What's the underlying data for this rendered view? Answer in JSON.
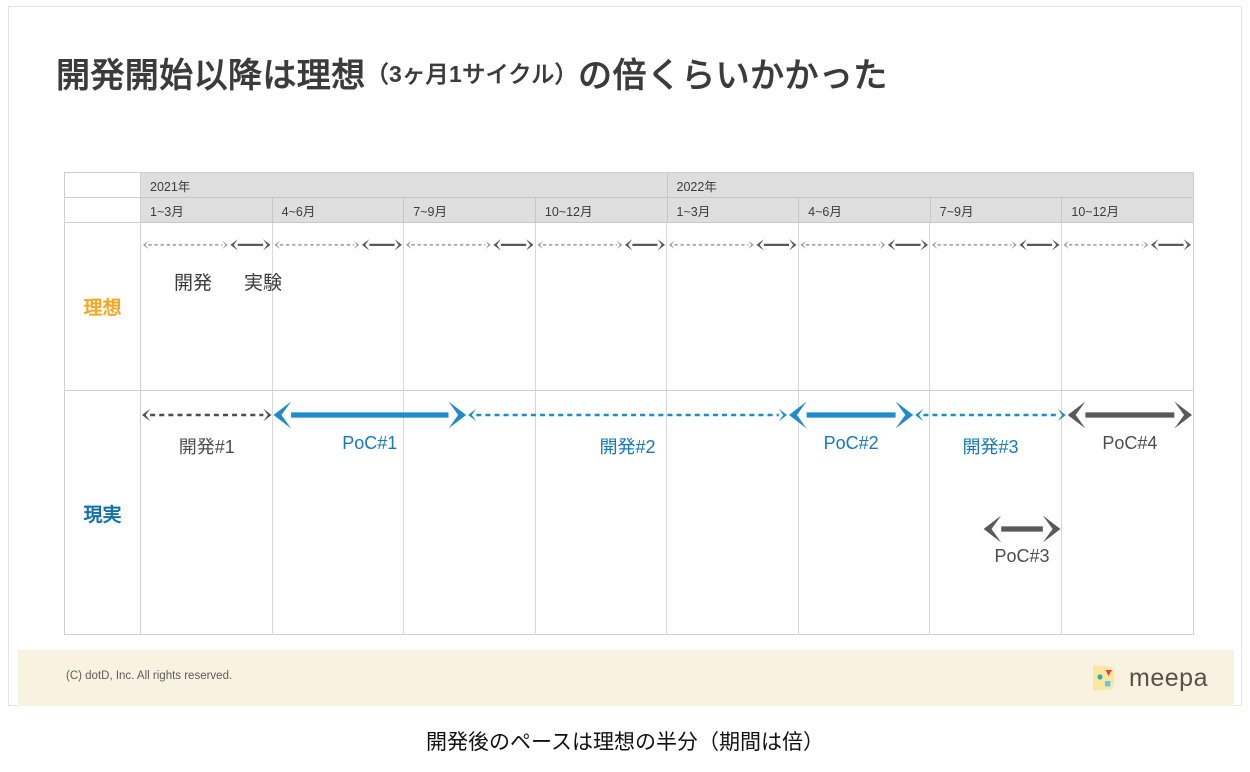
{
  "slide": {
    "title_main_1": "開発開始以降は理想",
    "title_small": "（3ヶ月1サイクル）",
    "title_main_2": "の倍くらいかかった"
  },
  "table": {
    "years": [
      {
        "label": "2021年",
        "span": 4
      },
      {
        "label": "2022年",
        "span": 4
      }
    ],
    "quarters": [
      "1~3月",
      "4~6月",
      "7~9月",
      "10~12月",
      "1~3月",
      "4~6月",
      "7~9月",
      "10~12月"
    ],
    "rows": [
      {
        "label": "理想",
        "color": "#f5a623"
      },
      {
        "label": "現実",
        "color": "#1470ab"
      }
    ]
  },
  "ideal_row": {
    "cycle_count": 8,
    "texts": [
      {
        "label": "開発",
        "left_pct": 2.5
      },
      {
        "label": "実験",
        "left_pct": 12.5
      }
    ],
    "dash_color": "#9a9a9a",
    "solid_color": "#595959",
    "note": "各四半期に 開発(点線) + 実験(実線) の1サイクル"
  },
  "reality_row": {
    "bars": [
      {
        "name": "開発#1",
        "style": "dashed",
        "color": "#4d4d4d",
        "start_pct": 0.0,
        "end_pct": 12.5,
        "label_color": "gray",
        "track": 1
      },
      {
        "name": "PoC#1",
        "style": "solid",
        "color": "#1e8bcd",
        "start_pct": 12.5,
        "end_pct": 31.0,
        "label_color": "blue",
        "track": 1
      },
      {
        "name": "開発#2",
        "style": "dashed",
        "color": "#1e8bcd",
        "start_pct": 31.0,
        "end_pct": 61.5,
        "label_color": "blue",
        "track": 1
      },
      {
        "name": "PoC#2",
        "style": "solid",
        "color": "#1e8bcd",
        "start_pct": 61.5,
        "end_pct": 73.5,
        "label_color": "blue",
        "track": 1
      },
      {
        "name": "開発#3",
        "style": "dashed",
        "color": "#1e8bcd",
        "start_pct": 73.5,
        "end_pct": 88.0,
        "label_color": "blue",
        "track": 1
      },
      {
        "name": "PoC#4",
        "style": "solid",
        "color": "#595959",
        "start_pct": 88.0,
        "end_pct": 100.0,
        "label_color": "gray",
        "track": 1
      },
      {
        "name": "PoC#3",
        "style": "solid",
        "color": "#595959",
        "start_pct": 80.0,
        "end_pct": 87.5,
        "label_color": "gray",
        "track": 2
      }
    ]
  },
  "footer": {
    "copyright": "(C) dotD, Inc. All rights reserved.",
    "logo_word": "meepa",
    "logo_bg": "#fbe6a2",
    "logo_dot_red": "#e8483c",
    "logo_dot_teal": "#2bb3a3",
    "logo_dot_blue": "#63c7e8"
  },
  "caption": {
    "text": "開発後のペースは理想の半分（期間は倍）"
  }
}
